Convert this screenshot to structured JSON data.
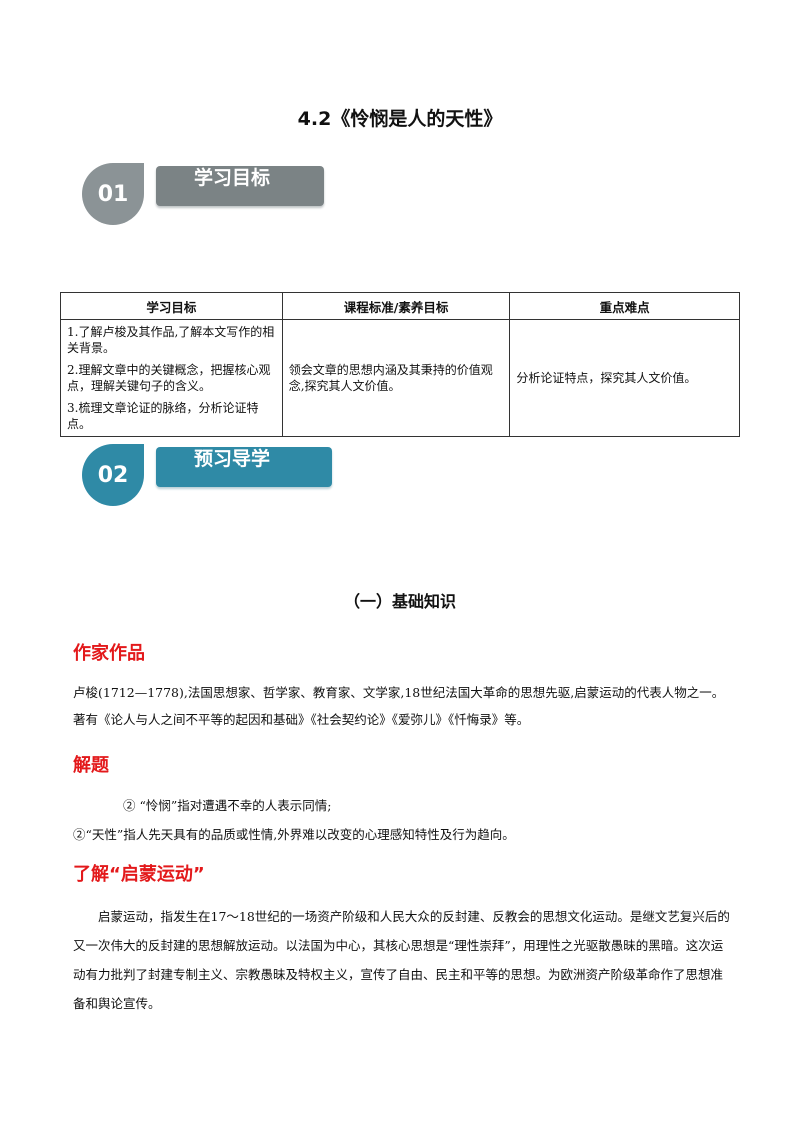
{
  "title": "4.2《怜悯是人的天性》",
  "sections": [
    {
      "num": "01",
      "label": "学习目标"
    },
    {
      "num": "02",
      "label": "预习导学"
    }
  ],
  "goals_table": {
    "headers": [
      "学习目标",
      "课程标准/素养目标",
      "重点难点"
    ],
    "objectives": [
      "1.了解卢梭及其作品,了解本文写作的相关背景。",
      "2.理解文章中的关键概念，把握核心观点，理解关键句子的含义。",
      "3.梳理文章论证的脉络，分析论证特点。"
    ],
    "standard": "领会文章的思想内涵及其秉持的价值观念,探究其人文价值。",
    "key_points": "分析论证特点，探究其人文价值。"
  },
  "basic_knowledge": {
    "heading": "（一）基础知识",
    "author": {
      "heading": "作家作品",
      "text": "卢梭(1712—1778),法国思想家、哲学家、教育家、文学家,18世纪法国大革命的思想先驱,启蒙运动的代表人物之一。著有《论人与人之间不平等的起因和基础》《社会契约论》《爱弥儿》《忏悔录》等。"
    },
    "title_explain": {
      "heading": "解题",
      "items": [
        "②  “怜悯”指对遭遇不幸的人表示同情;",
        "②“天性”指人先天具有的品质或性情,外界难以改变的心理感知特性及行为趋向。"
      ]
    },
    "enlightenment": {
      "heading": "了解“启蒙运动”",
      "text": "启蒙运动，指发生在17～18世纪的一场资产阶级和人民大众的反封建、反教会的思想文化运动。是继文艺复兴后的又一次伟大的反封建的思想解放运动。以法国为中心，其核心思想是“理性崇拜”，用理性之光驱散愚昧的黑暗。这次运动有力批判了封建专制主义、宗教愚昧及特权主义，宣传了自由、民主和平等的思想。为欧洲资产阶级革命作了思想准备和舆论宣传。"
    }
  }
}
